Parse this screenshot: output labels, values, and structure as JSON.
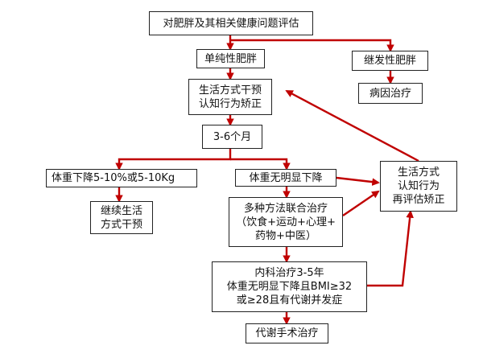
{
  "nodes": {
    "assess": "对肥胖及其相关健康问题评估",
    "simple_obesity": "单纯性肥胖",
    "secondary_obesity": "继发性肥胖",
    "etiology": "病因治疗",
    "lifestyle": "生活方式干预\n认知行为矫正",
    "months": "3-6个月",
    "weight_down": "体重下降5-10%或5-10Kg",
    "no_drop": "体重无明显下降",
    "continue": "继续生活\n方式干预",
    "combined": "多种方法联合治疗\n（饮食+运动+心理+\n药物+中医）",
    "medical": "内科治疗3-5年\n体重无明显下降且BMI≥32\n或≥28且有代谢并发症",
    "surgery": "代谢手术治疗",
    "reassess": "生活方式\n认知行为\n再评估矫正"
  },
  "colors": {
    "arrow": "#c00000",
    "border": "#222222",
    "text": "#111111"
  }
}
